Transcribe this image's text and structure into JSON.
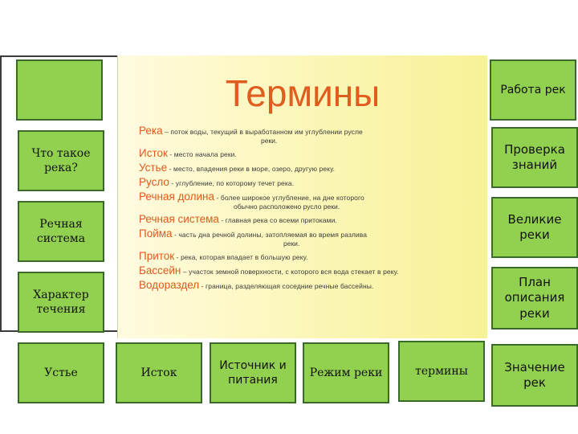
{
  "panel": {
    "title": "Термины",
    "terms": [
      {
        "word": "Река",
        "dash": " – ",
        "def": "поток воды, текущий в   выработанном им  углублении  русле",
        "def2": "реки."
      },
      {
        "word": "Исток",
        "dash": " - ",
        "def": "место начала реки."
      },
      {
        "word": "Устье",
        "dash": " - ",
        "def": "место, впадения реки в море, озеро, другую реку."
      },
      {
        "word": "Русло",
        "dash": " - ",
        "def": "углубление, по которому течет река."
      },
      {
        "word": "Речная долина",
        "dash": " - ",
        "def": "более широкое углубление, на дне которого",
        "def2": "обычно расположено русло реки."
      },
      {
        "word": "Речная система",
        "dash": " - ",
        "def": "главная  река со всеми притоками."
      },
      {
        "word": "Пойма",
        "dash": " - ",
        "def": "часть дна речной долины, затопляемая во время разлива",
        "def2": "реки."
      },
      {
        "word": "Приток",
        "dash": " - ",
        "def": "река, которая впадает в большую реку."
      },
      {
        "word": "Бассейн",
        "dash": " – ",
        "def": "участок земной поверхности, с которого вся вода стекает в реку."
      },
      {
        "word": "Водораздел",
        "dash": " - ",
        "def": "граница, разделяющая соседние речные бассейны."
      }
    ]
  },
  "left_tiles": [
    "",
    "Что такое река?",
    "Речная система",
    "Характер течения"
  ],
  "bottom_tiles": [
    "Устье",
    "Исток",
    "Источник и питания",
    "Режим реки",
    "термины"
  ],
  "right_tiles": [
    "Работа рек",
    "Проверка знаний",
    "Великие реки",
    "План описания реки",
    "Значение рек"
  ],
  "colors": {
    "tile": "#92d050",
    "tile_border": "#3a6a2a",
    "title": "#e15d1f",
    "term": "#e05a1a"
  }
}
